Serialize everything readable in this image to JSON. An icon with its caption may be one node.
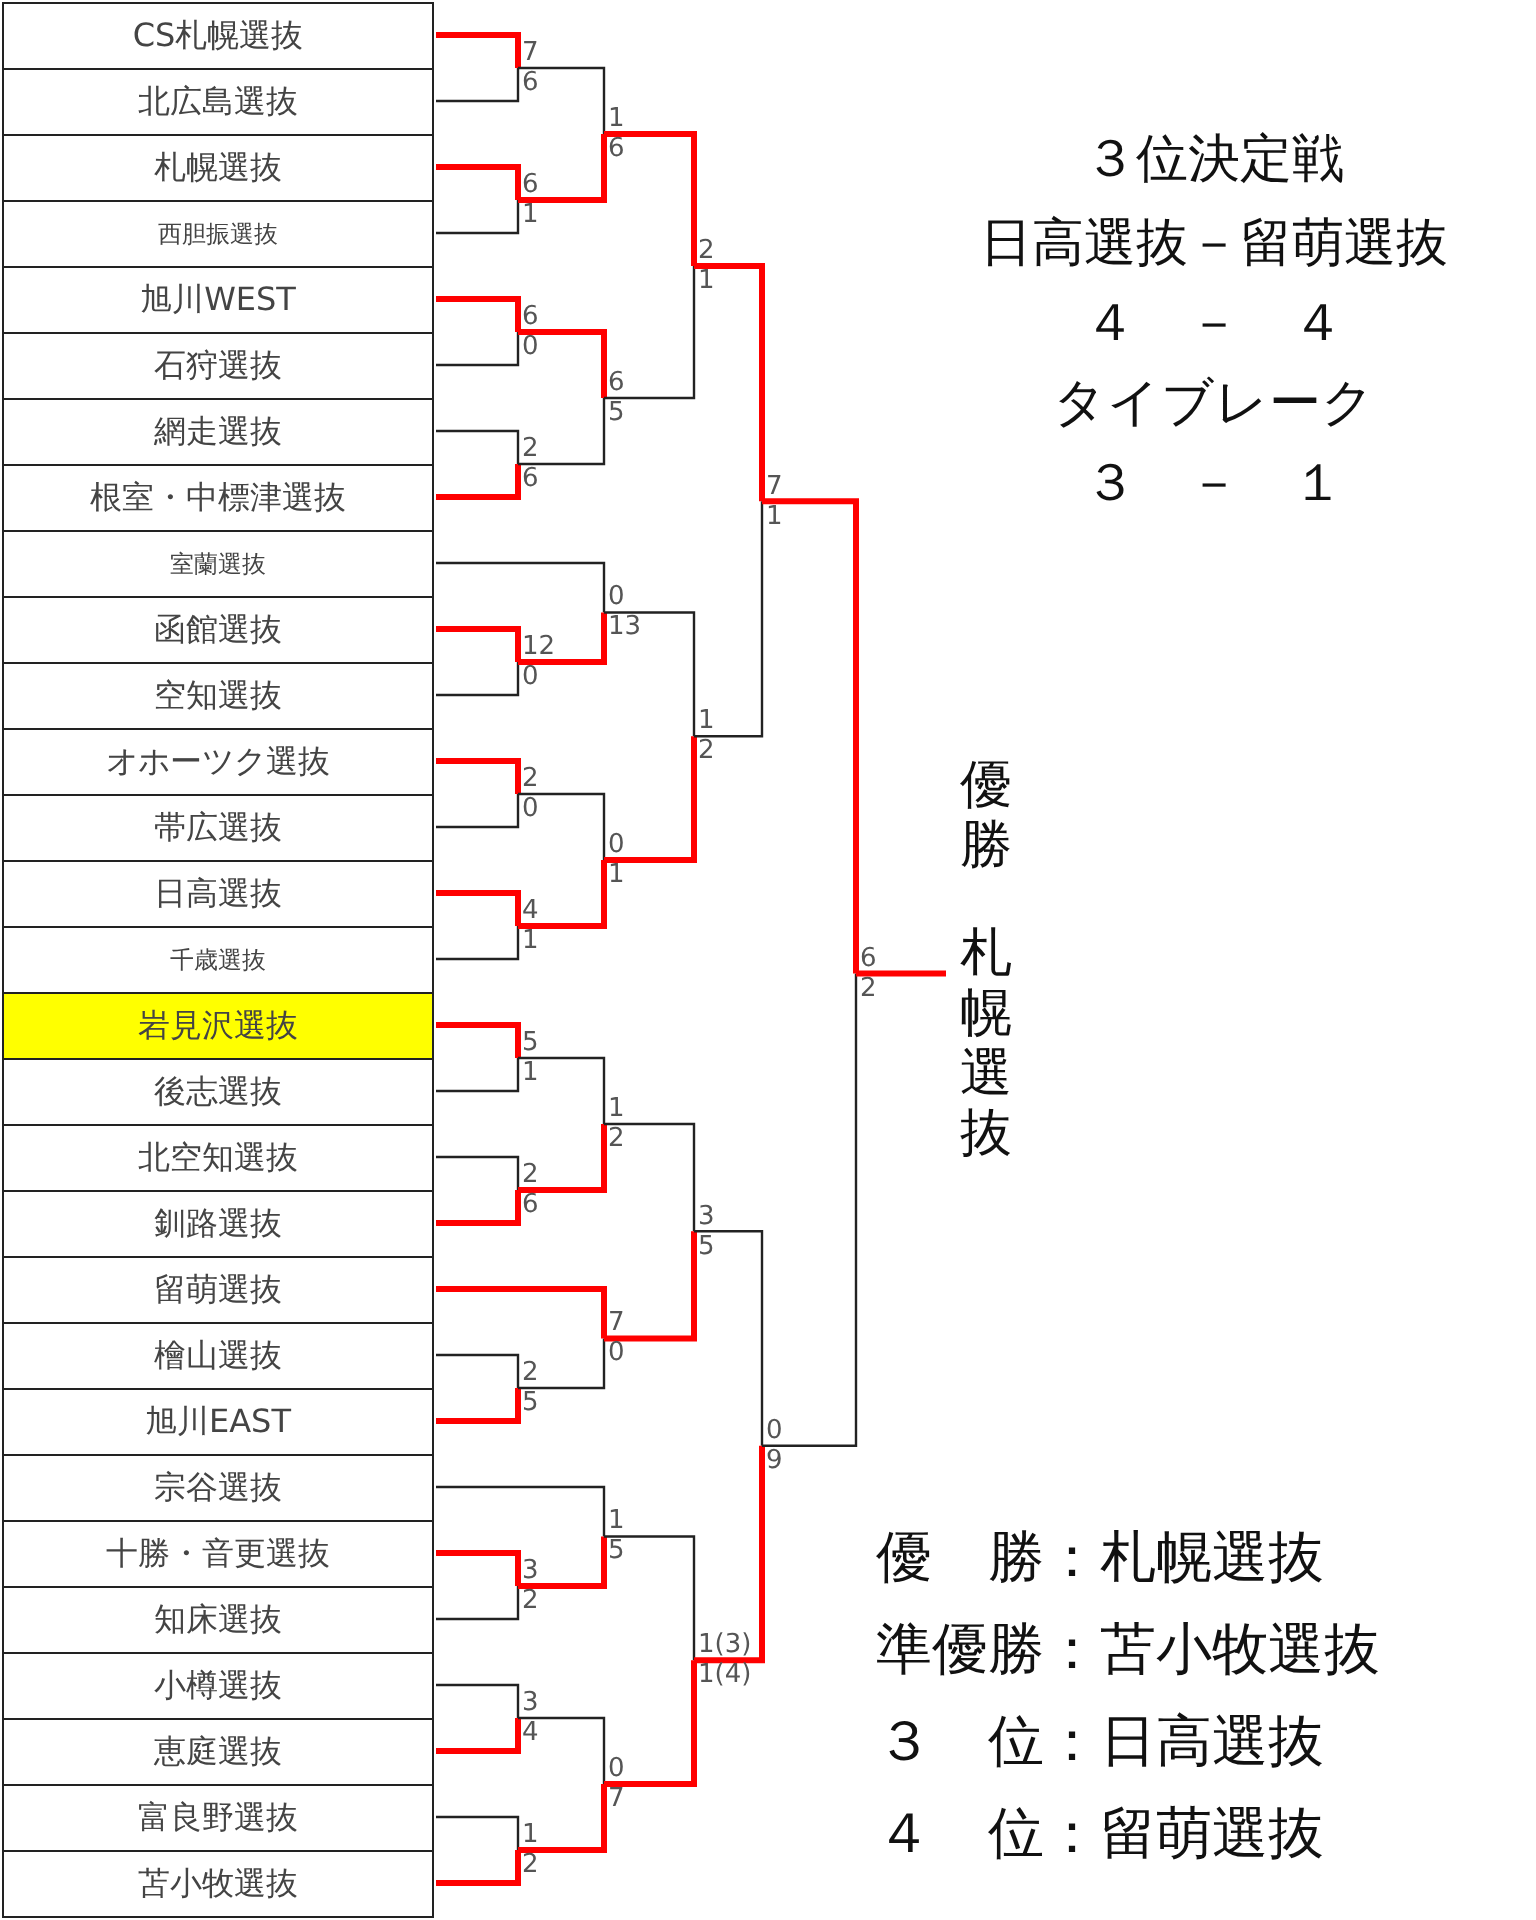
{
  "diagram": {
    "nodes": [
      {
        "text": [
          "CS札幌選抜"
        ]
      },
      {
        "text": [
          "北広島選抜"
        ]
      },
      {
        "text": [
          "札幌選抜"
        ]
      },
      {
        "text": [
          "西胆振選抜"
        ]
      },
      {
        "text": [
          "旭川WEST"
        ]
      },
      {
        "text": [
          "石狩選抜"
        ]
      },
      {
        "text": [
          "網走選抜"
        ]
      },
      {
        "text": [
          "根室・中標津選抜"
        ]
      },
      {
        "text": [
          "室蘭選抜"
        ]
      },
      {
        "text": [
          "函館選抜"
        ]
      },
      {
        "text": [
          "空知選抜"
        ]
      },
      {
        "text": [
          "オホーツク選抜"
        ]
      },
      {
        "text": [
          "帯広選抜"
        ]
      },
      {
        "text": [
          "日高選抜"
        ]
      },
      {
        "text": [
          "千歳選抜"
        ]
      },
      {
        "text": [
          "岩見沢選抜"
        ]
      },
      {
        "text": [
          "後志選抜"
        ]
      },
      {
        "text": [
          "北空知選抜"
        ]
      },
      {
        "text": [
          "釧路選抜"
        ]
      },
      {
        "text": [
          "留萌選抜"
        ]
      },
      {
        "text": [
          "檜山選抜"
        ]
      },
      {
        "text": [
          "旭川EAST"
        ]
      },
      {
        "text": [
          "宗谷選抜"
        ]
      },
      {
        "text": [
          "十勝・音更選抜"
        ]
      },
      {
        "text": [
          "知床選抜"
        ]
      },
      {
        "text": [
          "小樽選抜"
        ]
      },
      {
        "text": [
          "恵庭選抜"
        ]
      },
      {
        "text": [
          "富良野選抜"
        ]
      },
      {
        "text": [
          "苫小牧選抜"
        ]
      }
    ],
    "labels": [
      "7",
      "6",
      "1",
      "6",
      "6",
      "1",
      "2",
      "1",
      "6",
      "0",
      "6",
      "5",
      "2",
      "6",
      "7",
      "1",
      "0",
      "13",
      "12",
      "0",
      "1",
      "2",
      "2",
      "0",
      "0",
      "1",
      "4",
      "1",
      "6",
      "2",
      "5",
      "1",
      "1",
      "2",
      "2",
      "6",
      "3",
      "5",
      "7",
      "0",
      "2",
      "5",
      "0",
      "9",
      "1",
      "5",
      "3",
      "2",
      "1(3)",
      "1(4)",
      "3",
      "4",
      "0",
      "7",
      "1",
      "2",
      "３位決定戦",
      "日高選抜－留萌選抜",
      "４　－　４",
      "タイブレーク",
      "３　－　１",
      "優勝",
      "札幌選抜",
      "優　勝：札幌選抜",
      "準優勝：苫小牧選抜",
      "３　位：日高選抜",
      "４　位：留萌選抜"
    ]
  }
}
